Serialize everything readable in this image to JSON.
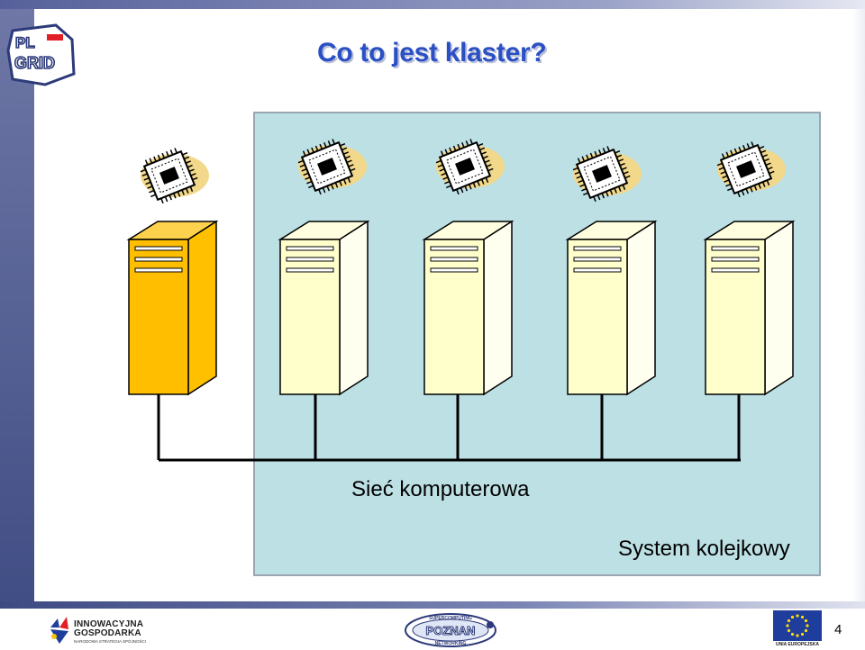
{
  "slide": {
    "title": "Co to jest klaster?",
    "network_label": "Sieć komputerowa",
    "queue_system_label": "System kolejkowy",
    "page_number": "4"
  },
  "logos": {
    "plgrid": {
      "line1": "PL",
      "line2": "GRID"
    },
    "innovative_economy": {
      "line1": "INNOWACYJNA",
      "line2": "GOSPODARKA",
      "line3": "NARODOWA STRATEGIA SPÓJNOŚCI"
    },
    "poznan": {
      "text": "POZNAN",
      "arc_top": "SUPERCOMPUTING",
      "arc_bottom": "NETWORKING"
    },
    "eu": {
      "text": "UNIA EUROPEJSKA"
    }
  },
  "diagram": {
    "servers": [
      {
        "role": "front-end",
        "color": "#ffbf00"
      },
      {
        "role": "node",
        "color": "#ffffcc"
      },
      {
        "role": "node",
        "color": "#ffffcc"
      },
      {
        "role": "node",
        "color": "#ffffcc"
      },
      {
        "role": "node",
        "color": "#ffffcc"
      }
    ],
    "cpu_count": 5
  },
  "colors": {
    "title": "#2b4fc4",
    "cluster_box": "#bde0e4",
    "frontend_server": "#ffbf00",
    "node_server": "#ffffcc",
    "cpu_blob": "#f2d88a",
    "eu_flag": "#1f3d9c"
  }
}
